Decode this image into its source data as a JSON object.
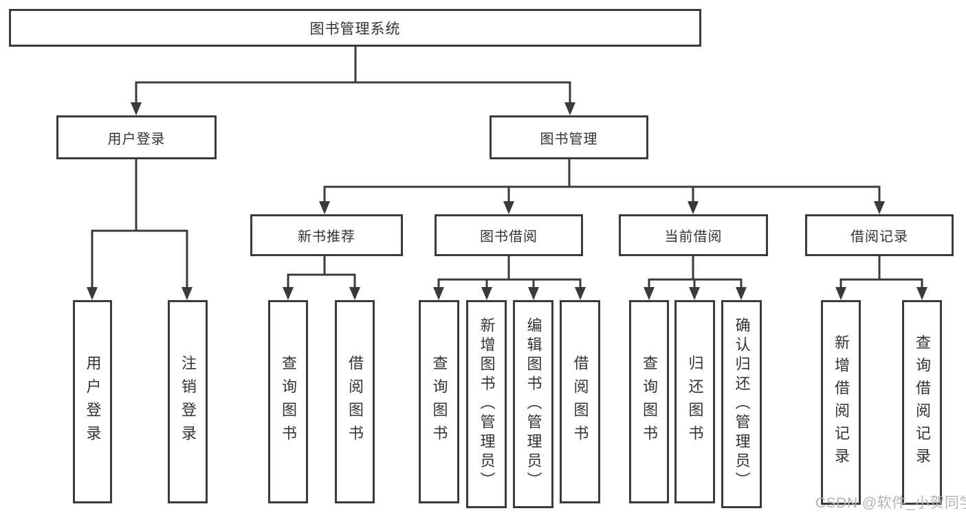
{
  "diagram": {
    "title": "图书管理系统",
    "watermark": "CSDN @软件_小贺同学",
    "colors": {
      "line": "#3a3a3a",
      "text": "#333333",
      "box_background": "#ffffff",
      "watermark": "#b3b3b3",
      "background": "#ffffff"
    }
  },
  "nodes": {
    "root": {
      "label": "图书管理系统"
    },
    "user_login": {
      "label": "用户登录"
    },
    "book_mgmt": {
      "label": "图书管理"
    },
    "new_book_rec": {
      "label": "新书推荐"
    },
    "book_borrow": {
      "label": "图书借阅"
    },
    "current_borrow": {
      "label": "当前借阅"
    },
    "borrow_records": {
      "label": "借阅记录"
    },
    "leaf_user_login": {
      "label": "用户登录"
    },
    "leaf_logout": {
      "label": "注销登录"
    },
    "nb_query_books": {
      "label": "查询图书"
    },
    "nb_borrow_books": {
      "label": "借阅图书"
    },
    "bb_query_books": {
      "label": "查询图书"
    },
    "bb_add_books": {
      "label": "新增图书（管理员）"
    },
    "bb_edit_books": {
      "label": "编辑图书（管理员）"
    },
    "bb_borrow_books": {
      "label": "借阅图书"
    },
    "cb_query_books": {
      "label": "查询图书"
    },
    "cb_return_books": {
      "label": "归还图书"
    },
    "cb_confirm_return": {
      "label": "确认归还（管理员）"
    },
    "br_add_record": {
      "label": "新增借阅记录"
    },
    "br_query_record": {
      "label": "查询借阅记录"
    }
  }
}
